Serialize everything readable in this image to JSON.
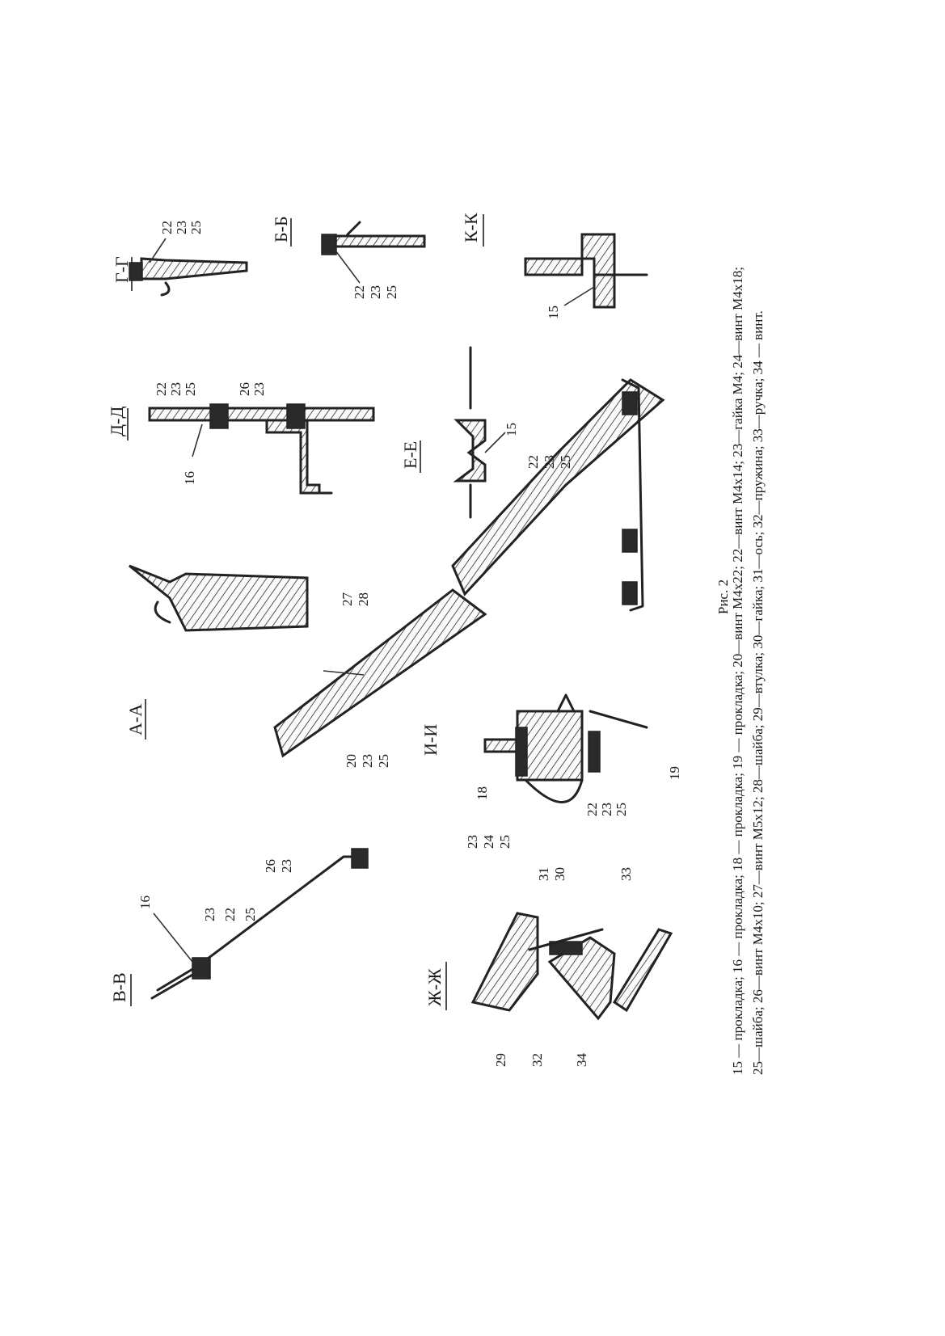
{
  "figure": {
    "number_label": "Рис. 2",
    "legend_line_1": "15 — прокладка; 16 — прокладка; 18 — прокладка; 19 — прокладка; 20—винт М4х22; 22—винт М4х14; 23—гайка М4; 24—винт М4х18;",
    "legend_line_2": "25—шайба; 26—винт М4х10; 27—винт М5х12; 28—шайба; 29—втулка; 30—гайка; 31—ось; 32—пружина; 33—ручка; 34 — винт."
  },
  "sections": {
    "gg": "Г-Г",
    "dd": "Д-Д",
    "bb": "Б-Б",
    "ee": "Е-Е",
    "kk": "К-К",
    "aa": "А-А",
    "vv": "В-В",
    "ii": "И-И",
    "zhzh": "Ж-Ж"
  },
  "callouts": {
    "c22": "22",
    "c23": "23",
    "c25": "25",
    "c26": "26",
    "c16": "16",
    "c15": "15",
    "c27": "27",
    "c28": "28",
    "c20": "20",
    "c18": "18",
    "c24": "24",
    "c19": "19",
    "c29": "29",
    "c30": "30",
    "c31": "31",
    "c32": "32",
    "c33": "33",
    "c34": "34"
  }
}
